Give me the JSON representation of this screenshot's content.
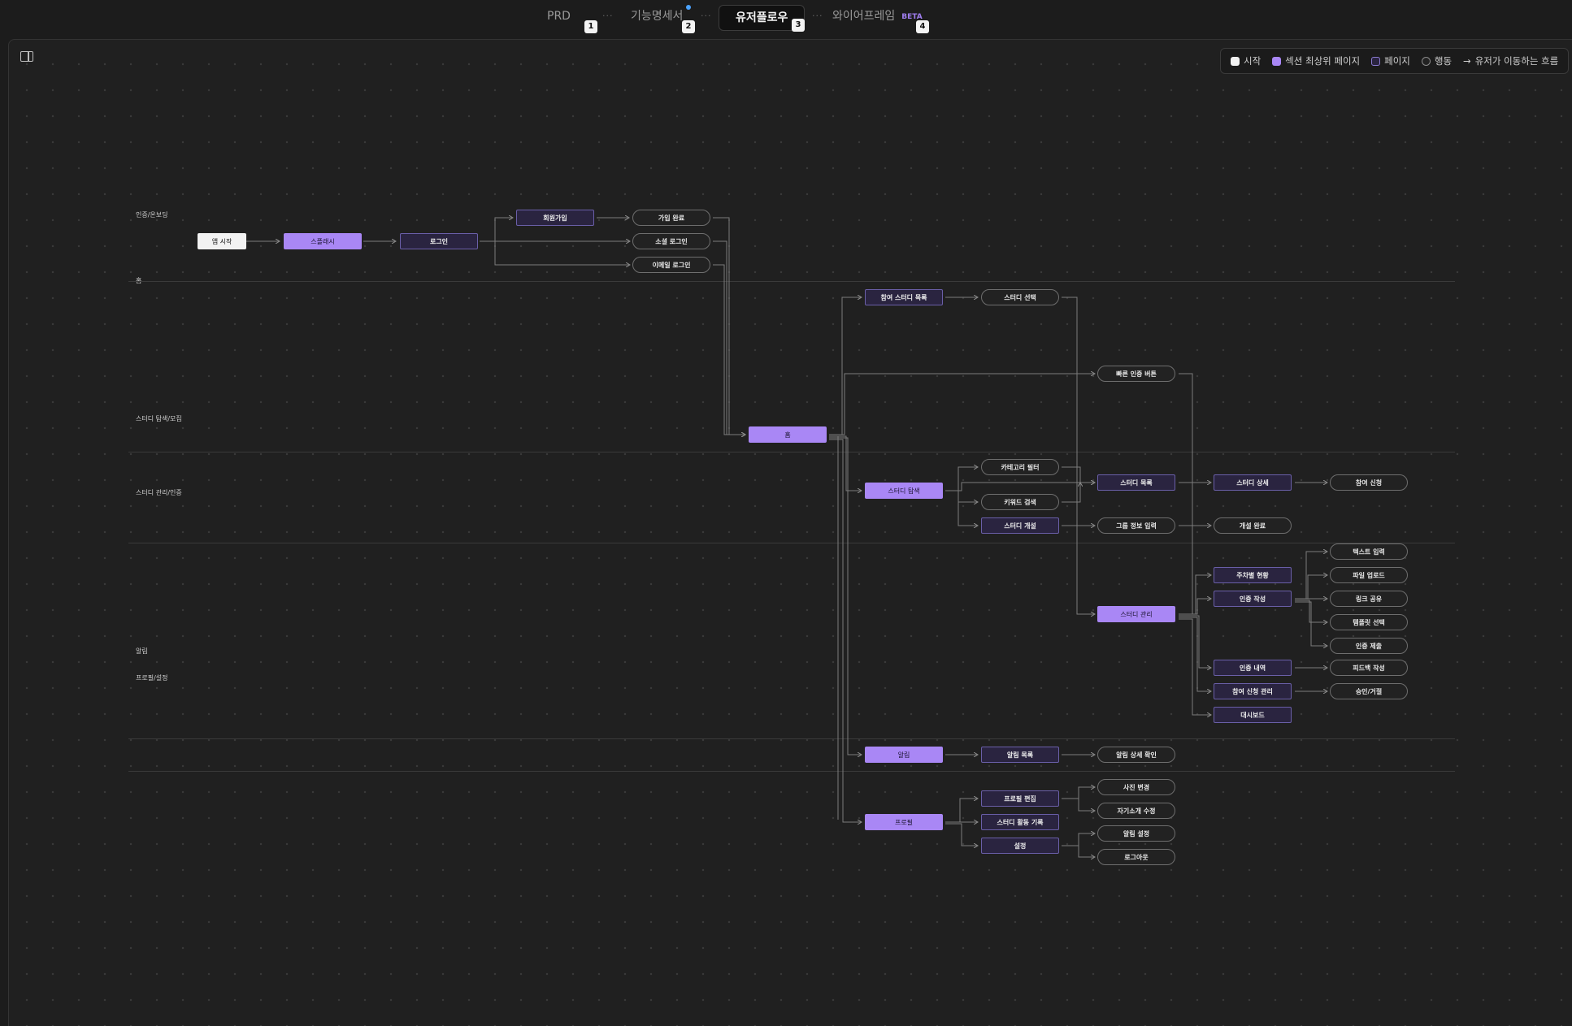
{
  "tabs": [
    {
      "label": "PRD",
      "num": "1"
    },
    {
      "label": "기능명세서",
      "num": "2"
    },
    {
      "label": "유저플로우",
      "num": "3"
    },
    {
      "label": "와이어프레임",
      "num": "4",
      "badge": "BETA"
    }
  ],
  "tab_separator": "···",
  "legend": {
    "start": "시작",
    "section": "섹션 최상위 페이지",
    "page": "페이지",
    "action": "행동",
    "flow": "유저가 이동하는 흐름",
    "flow_icon": "arrow-right-icon"
  },
  "colors": {
    "start": "#f2f2f2",
    "section": "#a987f5",
    "page": "#2a2440",
    "page_border": "#6a5fa8",
    "action_border": "#6e6e6e",
    "edge": "#8a8a8a",
    "accent_dot": "#4aa3ff"
  },
  "lanes": [
    "인증/온보딩",
    "홈",
    "스터디 탐색/모집",
    "스터디 관리/인증",
    "알림",
    "프로필/설정"
  ],
  "nodes": {
    "app_start": "앱 시작",
    "splash": "스플래시",
    "login": "로그인",
    "signup": "회원가입",
    "signup_done": "가입 완료",
    "social_login": "소셜 로그인",
    "email_login": "이메일 로그인",
    "joined_studies": "참여 스터디 목록",
    "study_select": "스터디 선택",
    "quick_cert": "빠른 인증 버튼",
    "home": "홈",
    "study_explore": "스터디 탐색",
    "category_filter": "카테고리 필터",
    "keyword_search": "키워드 검색",
    "study_create": "스터디 개설",
    "study_list": "스터디 목록",
    "study_detail": "스터디 상세",
    "join_request": "참여 신청",
    "group_info": "그룹 정보 입력",
    "create_done": "개설 완료",
    "study_manage": "스터디 관리",
    "weekly_status": "주차별 현황",
    "cert_write": "인증 작성",
    "text_input": "텍스트 입력",
    "file_upload": "파일 업로드",
    "link_share": "링크 공유",
    "template_select": "템플릿 선택",
    "cert_submit": "인증 제출",
    "cert_history": "인증 내역",
    "feedback_write": "피드백 작성",
    "join_manage": "참여 신청 관리",
    "approve_reject": "승인/거절",
    "dashboard": "대시보드",
    "notification": "알림",
    "noti_list": "알림 목록",
    "noti_detail": "알림 상세 확인",
    "profile": "프로필",
    "profile_edit": "프로필 편집",
    "photo_change": "사진 변경",
    "bio_edit": "자기소개 수정",
    "activity_log": "스터디 활동 기록",
    "settings": "설정",
    "noti_settings": "알림 설정",
    "logout": "로그아웃"
  }
}
